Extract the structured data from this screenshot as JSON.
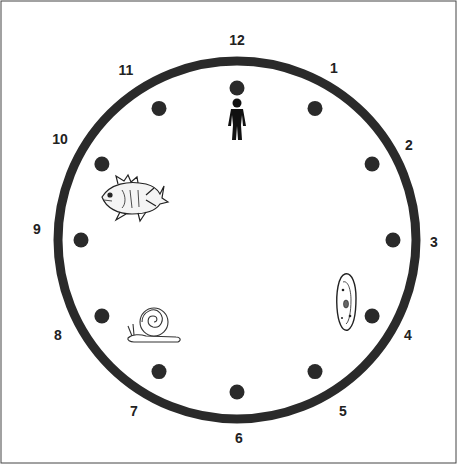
{
  "diagram": {
    "labels": [
      "12",
      "1",
      "2",
      "3",
      "4",
      "5",
      "6",
      "7",
      "8",
      "9",
      "10",
      "11"
    ]
  }
}
